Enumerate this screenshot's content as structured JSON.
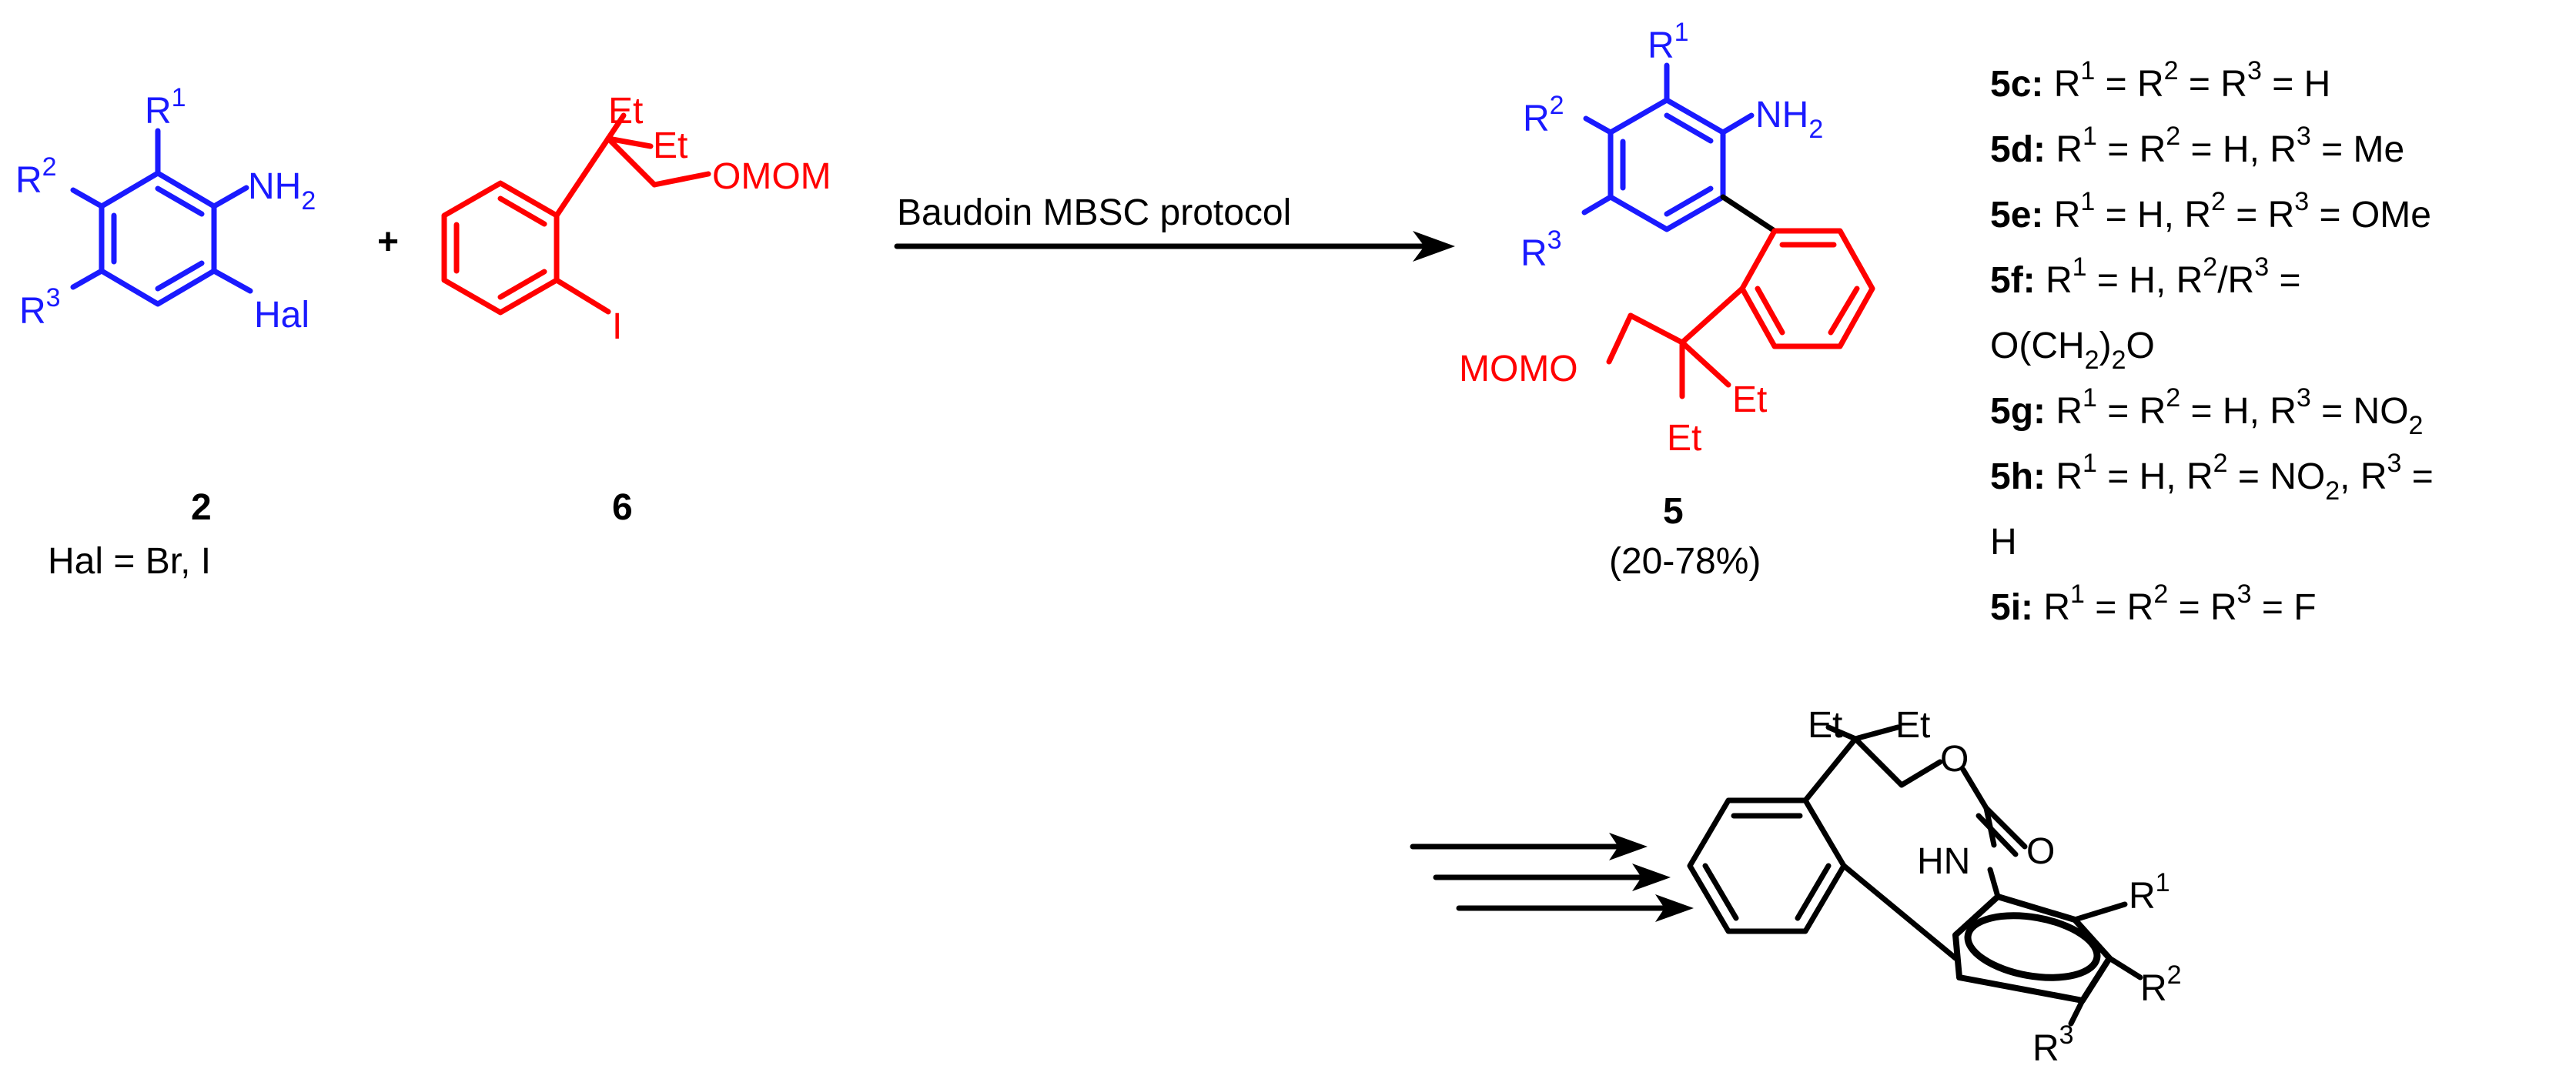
{
  "compounds": {
    "c2": {
      "number": "2",
      "sub_r1": "R",
      "sub_r1_sup": "1",
      "sub_r2": "R",
      "sub_r2_sup": "2",
      "sub_r3": "R",
      "sub_r3_sup": "3",
      "nh2": "NH",
      "nh2_sub": "2",
      "hal": "Hal",
      "note": "Hal = Br, I"
    },
    "plus": "+",
    "c6": {
      "number": "6",
      "et1": "Et",
      "et2": "Et",
      "omom": "OMOM",
      "iodo": "I"
    },
    "c5": {
      "number": "5",
      "yield": "(20-78%)",
      "r1": "R",
      "r1_sup": "1",
      "r2": "R",
      "r2_sup": "2",
      "r3": "R",
      "r3_sup": "3",
      "nh2": "NH",
      "nh2_sub": "2",
      "momo": "MOMO",
      "et1": "Et",
      "et2": "Et"
    },
    "product": {
      "et1": "Et",
      "et2": "Et",
      "o": "O",
      "carbonyl_o": "O",
      "hn": "HN",
      "r1": "R",
      "r1_sup": "1",
      "r2": "R",
      "r2_sup": "2",
      "r3": "R",
      "r3_sup": "3"
    }
  },
  "reaction": {
    "reagent": "Baudoin MBSC protocol"
  },
  "substituent_list": [
    {
      "id": "5c",
      "parts": [
        [
          "R",
          "1",
          " = "
        ],
        [
          "R",
          "2",
          " = "
        ],
        [
          "R",
          "3",
          " = H"
        ]
      ]
    },
    {
      "id": "5d",
      "parts": [
        [
          "R",
          "1",
          " = "
        ],
        [
          "R",
          "2",
          " = H, "
        ],
        [
          "R",
          "3",
          " = Me"
        ]
      ]
    },
    {
      "id": "5e",
      "parts": [
        [
          "R",
          "1",
          " = H, "
        ],
        [
          "R",
          "2",
          " = "
        ],
        [
          "R",
          "3",
          " = OMe"
        ]
      ]
    },
    {
      "id": "5f",
      "line1": "R1 = H, R2/R3 =",
      "line2": "O(CH2)2O"
    },
    {
      "id": "5g",
      "line": "R1 = R2 = H, R3 = NO2"
    },
    {
      "id": "5h",
      "line1": "R1 = H, R2 = NO2, R3 =",
      "line2": "H"
    },
    {
      "id": "5i",
      "line": "R1 = R2 = R3 = F"
    }
  ],
  "labels": {
    "5c": "5c:",
    "5d": "5d:",
    "5e": "5e:",
    "5f": "5f:",
    "5g": "5g:",
    "5h": "5h:",
    "5i": "5i:"
  },
  "colors": {
    "aniline": "#1a1aff",
    "aryl_iodide": "#ff0000",
    "default": "#000000"
  }
}
